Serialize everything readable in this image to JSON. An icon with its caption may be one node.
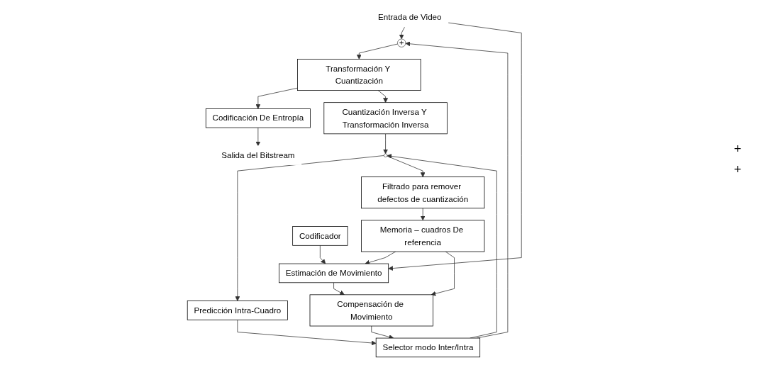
{
  "diagram": {
    "nodes": [
      {
        "text": [
          "Entrada de Video"
        ]
      },
      {
        "text": [
          "+"
        ]
      },
      {
        "text": [
          "Transformación Y Cuantización"
        ]
      },
      {
        "text": [
          "Codificación De Entropía"
        ]
      },
      {
        "text": [
          "Salida del Bitstream"
        ]
      },
      {
        "text": [
          "Selector modo Inter/Intra"
        ]
      },
      {
        "text": [
          "Cuantización Inversa Y Transformación Inversa"
        ]
      },
      {
        "text": [],
        "shape": "circle"
      },
      {
        "text": [
          "Compensación de Movimiento"
        ]
      },
      {
        "text": [
          "Predicción Intra-Cuadro"
        ]
      },
      {
        "text": [
          "Memoria – cuadros De referencia"
        ]
      },
      {
        "text": [
          "Filtrado para remover defectos de cuantización"
        ]
      },
      {
        "text": [
          "Codificador"
        ]
      },
      {
        "text": [
          "Estimación de Movimiento"
        ]
      }
    ],
    "edges": [
      {
        "from": 0,
        "to": 1,
        "arrow": "to"
      },
      {
        "from": 0,
        "to": 13,
        "arrow": "to"
      },
      {
        "from": 1,
        "to": 2,
        "arrow": "to"
      },
      {
        "from": 2,
        "to": 3,
        "arrow": "to"
      },
      {
        "from": 3,
        "to": 4,
        "arrow": "to"
      },
      {
        "from": 2,
        "to": 6,
        "arrow": "to"
      },
      {
        "from": 5,
        "to": 1,
        "arrow": "to"
      },
      {
        "from": 6,
        "to": 7,
        "arrow": "to"
      },
      {
        "from": 5,
        "to": 7,
        "arrow": "to"
      },
      {
        "from": 7,
        "to": 9,
        "arrow": "to"
      },
      {
        "from": 7,
        "to": 11,
        "arrow": "to"
      },
      {
        "from": 11,
        "to": 10,
        "arrow": "to"
      },
      {
        "from": 10,
        "to": 13,
        "arrow": "to"
      },
      {
        "from": 10,
        "to": 8,
        "arrow": "to"
      },
      {
        "from": 13,
        "to": 8,
        "arrow": "to"
      },
      {
        "from": 8,
        "to": 5,
        "arrow": "to"
      },
      {
        "from": 9,
        "to": 5,
        "arrow": "to"
      },
      {
        "from": 12,
        "to": 13,
        "arrow": "to"
      }
    ],
    "labels": [
      "+",
      "+"
    ]
  }
}
